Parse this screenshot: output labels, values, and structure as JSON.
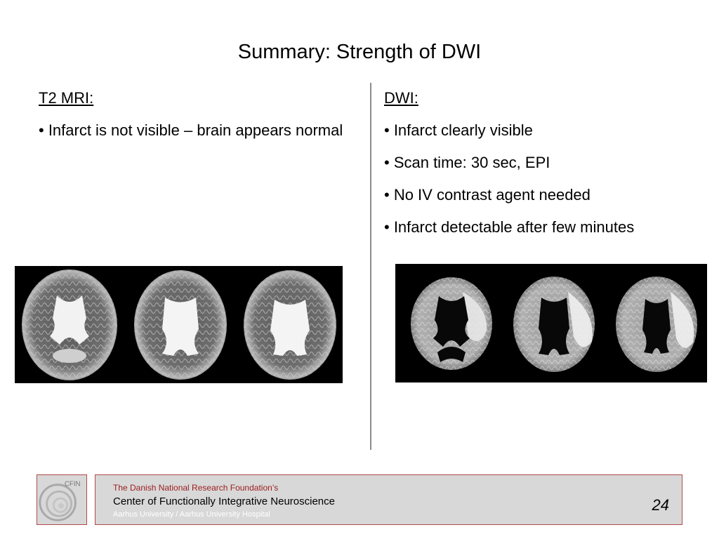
{
  "title": "Summary: Strength of DWI",
  "left": {
    "heading": "T2 MRI:",
    "bullets": [
      "• Infarct is not visible – brain appears normal"
    ]
  },
  "right": {
    "heading": "DWI:",
    "bullets": [
      "• Infarct clearly visible",
      "• Scan time: 30 sec, EPI",
      "• No IV contrast agent needed",
      "• Infarct detectable after few minutes"
    ]
  },
  "footer": {
    "logo_text": "CFIN",
    "foundation": "The Danish National Research Foundation’s",
    "center": "Center of Functionally Integrative Neuroscience",
    "university": "Aarhus University / Aarhus University Hospital",
    "page_number": "24"
  },
  "colors": {
    "footer_bg": "#d8d8d8",
    "footer_border": "#b04a4a",
    "foundation_text": "#9b1c1c",
    "divider": "#8c8c8c"
  },
  "icons": {
    "logo": "spiral-shell-logo"
  }
}
